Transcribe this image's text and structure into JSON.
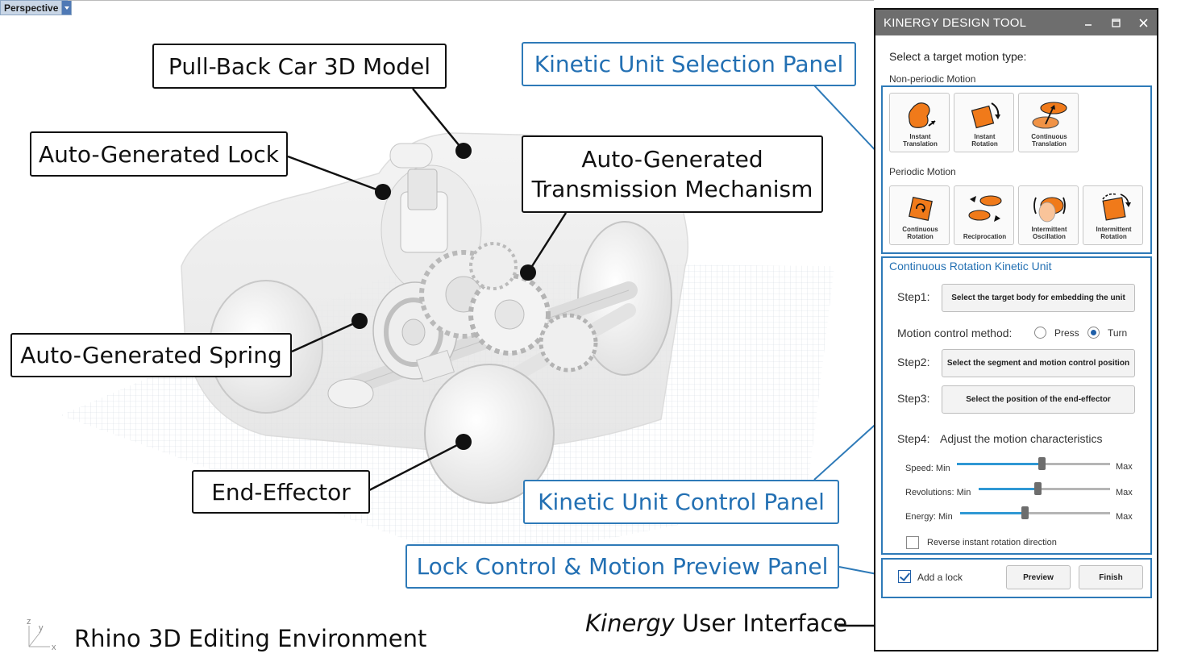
{
  "viewport": {
    "tab_label": "Perspective"
  },
  "callouts": {
    "pullback": "Pull-Back Car 3D Model",
    "lock": "Auto-Generated Lock",
    "transmission_line1": "Auto-Generated",
    "transmission_line2": "Transmission Mechanism",
    "spring": "Auto-Generated Spring",
    "end_effector": "End-Effector",
    "selection_panel": "Kinetic Unit Selection Panel",
    "control_panel": "Kinetic Unit Control Panel",
    "lock_panel": "Lock Control & Motion Preview Panel"
  },
  "captions": {
    "env": "Rhino 3D Editing Environment",
    "ui_italic": "Kinergy",
    "ui_rest": " User Interface"
  },
  "axes": {
    "z": "z",
    "y": "y",
    "x": "x"
  },
  "window": {
    "title": "KINERGY DESIGN TOOL",
    "minimize_icon": "minimize-icon",
    "maximize_icon": "maximize-icon",
    "close_icon": "close-icon",
    "prompt": "Select a target motion type:",
    "nonperiodic_label": "Non-periodic Motion",
    "periodic_label": "Periodic Motion",
    "nonperiodic_tiles": [
      {
        "line1": "Instant",
        "line2": "Translation",
        "icon": "instant-translation-icon"
      },
      {
        "line1": "Instant",
        "line2": "Rotation",
        "icon": "instant-rotation-icon"
      },
      {
        "line1": "Continuous",
        "line2": "Translation",
        "icon": "continuous-translation-icon"
      }
    ],
    "periodic_tiles": [
      {
        "line1": "Continuous",
        "line2": "Rotation",
        "icon": "continuous-rotation-icon"
      },
      {
        "line1": "",
        "line2": "Reciprocation",
        "icon": "reciprocation-icon"
      },
      {
        "line1": "Intermittent",
        "line2": "Oscillation",
        "icon": "intermittent-oscillation-icon"
      },
      {
        "line1": "Intermittent",
        "line2": "Rotation",
        "icon": "intermittent-rotation-icon"
      }
    ],
    "control": {
      "title": "Continuous Rotation Kinetic Unit",
      "step1_label": "Step1:",
      "step1_button": "Select the target body  for embedding the unit",
      "method_label": "Motion control method:",
      "press_label": "Press",
      "turn_label": "Turn",
      "selected_method": "Turn",
      "step2_label": "Step2:",
      "step2_button": "Select the segment and motion control position",
      "step3_label": "Step3:",
      "step3_button": "Select the position of the end-effector",
      "step4_label": "Step4:",
      "step4_text": "Adjust the motion characteristics",
      "sliders": [
        {
          "label": "Speed: Min",
          "max": "Max",
          "value": 0.55
        },
        {
          "label": "Revolutions: Min",
          "max": "Max",
          "value": 0.45
        },
        {
          "label": "Energy: Min",
          "max": "Max",
          "value": 0.43
        }
      ],
      "reverse_label": "Reverse instant rotation direction",
      "reverse_checked": false
    },
    "bottom": {
      "add_lock_label": "Add a lock",
      "add_lock_checked": true,
      "preview_button": "Preview",
      "finish_button": "Finish"
    }
  },
  "colors": {
    "accent_blue": "#2e7ab8",
    "icon_orange": "#f07a1a",
    "titlebar_gray": "#6e6e6e"
  }
}
